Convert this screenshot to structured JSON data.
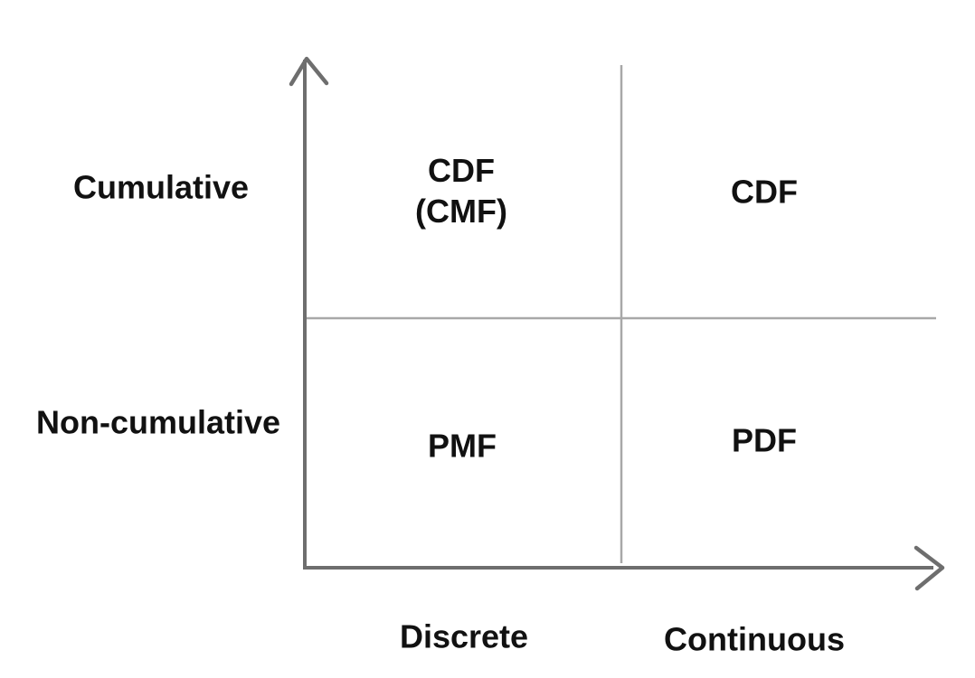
{
  "diagram": {
    "background": "#ffffff",
    "colors": {
      "axis": "#6e6e6e",
      "divider": "#a8a8a8",
      "text": "#111111"
    },
    "row_labels": {
      "top": "Cumulative",
      "bottom": "Non-cumulative"
    },
    "col_labels": {
      "left": "Discrete",
      "right": "Continuous"
    },
    "quadrants": {
      "top_left_line1": "CDF",
      "top_left_line2": "(CMF)",
      "top_right": "CDF",
      "bottom_left": "PMF",
      "bottom_right": "PDF"
    }
  }
}
